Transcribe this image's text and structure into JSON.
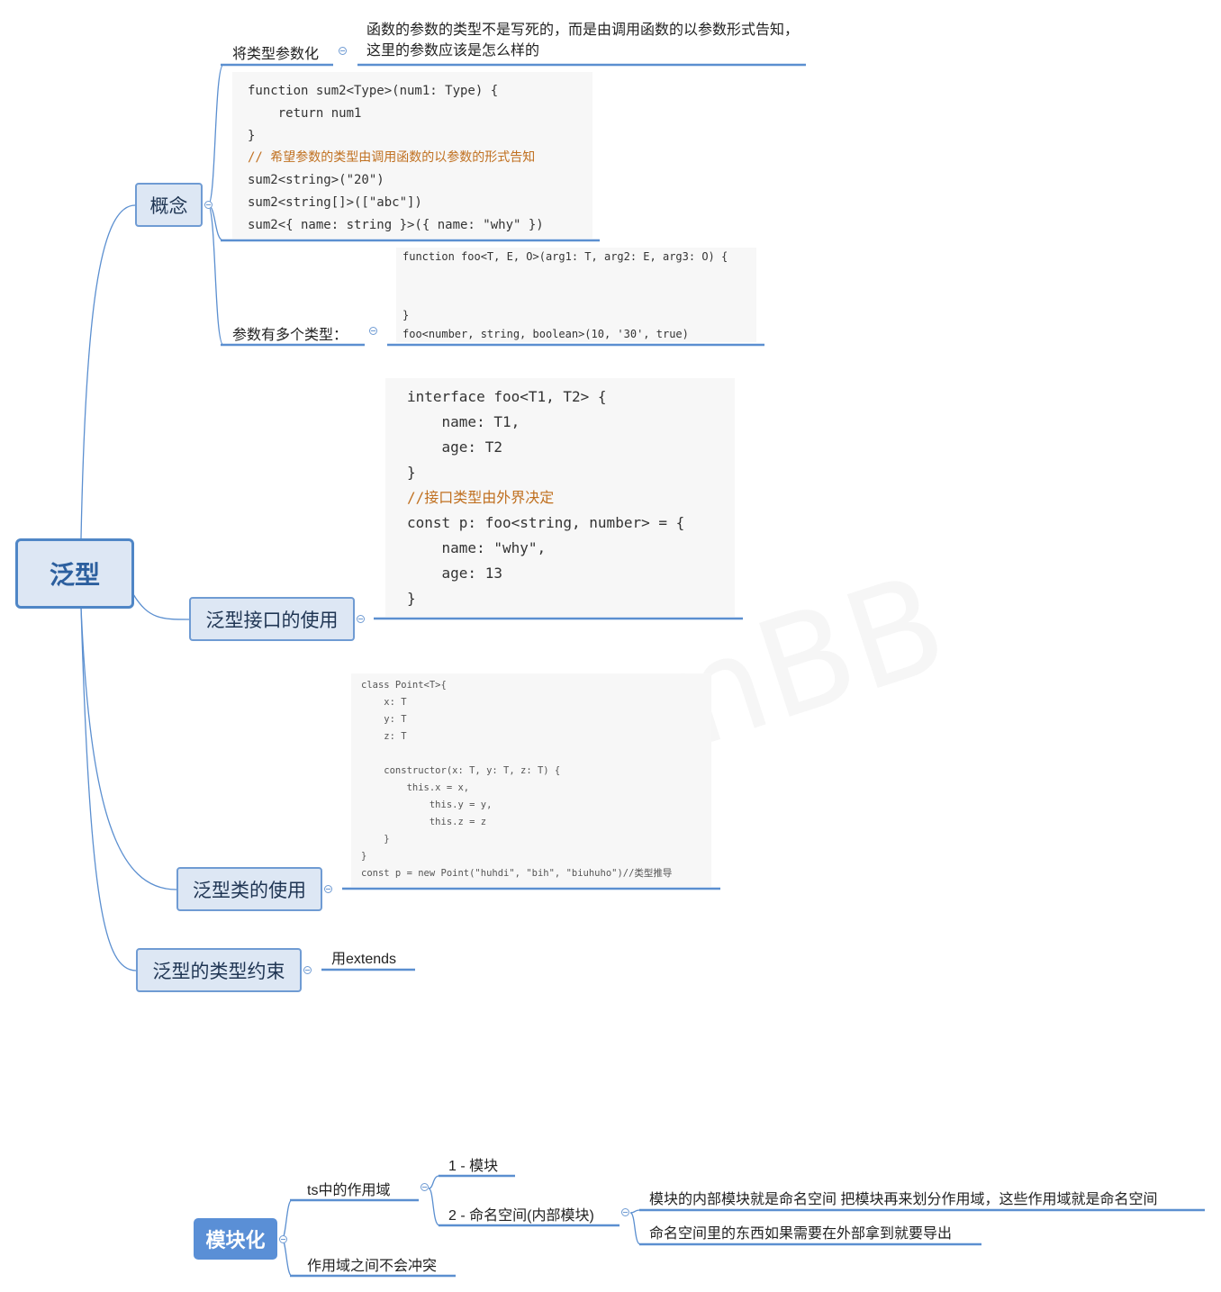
{
  "generics": {
    "root": "泛型",
    "concept": {
      "label": "概念",
      "param_label": "将类型参数化",
      "param_note": "函数的参数的类型不是写死的，而是由调用函数的以参数形式告知，这里的参数应该是怎么样的",
      "code": [
        "function sum2<Type>(num1: Type) {",
        "    return num1",
        "}",
        "// 希望参数的类型由调用函数的以参数的形式告知",
        "sum2<string>(\"20\")",
        "sum2<string[]>([\"abc\"])",
        "sum2<{ name: string }>({ name: \"why\" })"
      ],
      "multi_label": "参数有多个类型：",
      "multi_code": [
        "function foo<T, E, O>(arg1: T, arg2: E, arg3: O) {",
        "",
        "",
        "}",
        "foo<number, string, boolean>(10, '30', true)"
      ]
    },
    "interface": {
      "label": "泛型接口的使用",
      "code": [
        "interface foo<T1, T2> {",
        "    name: T1,",
        "    age: T2",
        "}",
        "//接口类型由外界决定",
        "const p: foo<string, number> = {",
        "    name: \"why\",",
        "    age: 13",
        "}"
      ]
    },
    "class": {
      "label": "泛型类的使用",
      "code": [
        "class Point<T>{",
        "    x: T",
        "    y: T",
        "    z: T",
        "",
        "    constructor(x: T, y: T, z: T) {",
        "        this.x = x,",
        "            this.y = y,",
        "            this.z = z",
        "    }",
        "}",
        "const p = new Point(\"huhdi\", \"bih\", \"biuhuho\")//类型推导"
      ]
    },
    "constraint": {
      "label": "泛型的类型约束",
      "note": "用extends"
    }
  },
  "modules": {
    "root": "模块化",
    "scope": "ts中的作用域",
    "item1": "1 - 模块",
    "item2": "2 - 命名空间(内部模块)",
    "note1": "模块的内部模块就是命名空间  把模块再来划分作用域，这些作用域就是命名空间",
    "note2": "命名空间里的东西如果需要在外部拿到就要导出",
    "no_conflict": "作用域之间不会冲突"
  },
  "watermark": "BoomBB",
  "colors": {
    "accent": "#4f86c6",
    "node_fill": "#dde7f4",
    "module_fill": "#5a8fd6"
  }
}
